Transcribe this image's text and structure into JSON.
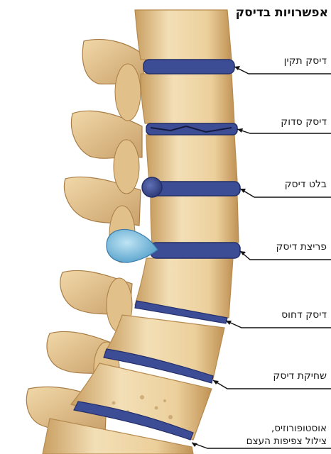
{
  "title": "אפשרויות בדיסק",
  "labels": {
    "normal_disc": "דיסק תקין",
    "cracked_disc": "דיסק סדוק",
    "bulging_disc": "בלט דיסק",
    "herniated_disc": "פריצת דיסק",
    "compressed_disc": "דיסק דחוס",
    "worn_disc": "שחיקת דיסק",
    "osteoporosis_line1": "אוסטופורוזיס,",
    "osteoporosis_line2": "צילול צפיפות העצם"
  },
  "colors": {
    "bone_light": "#f2dcb0",
    "bone_mid": "#e3bf85",
    "bone_dark": "#b98a4c",
    "disc": "#3c4d96",
    "disc_dark": "#232f6b",
    "hernia": "#7cc0e0",
    "leader": "#111111"
  }
}
